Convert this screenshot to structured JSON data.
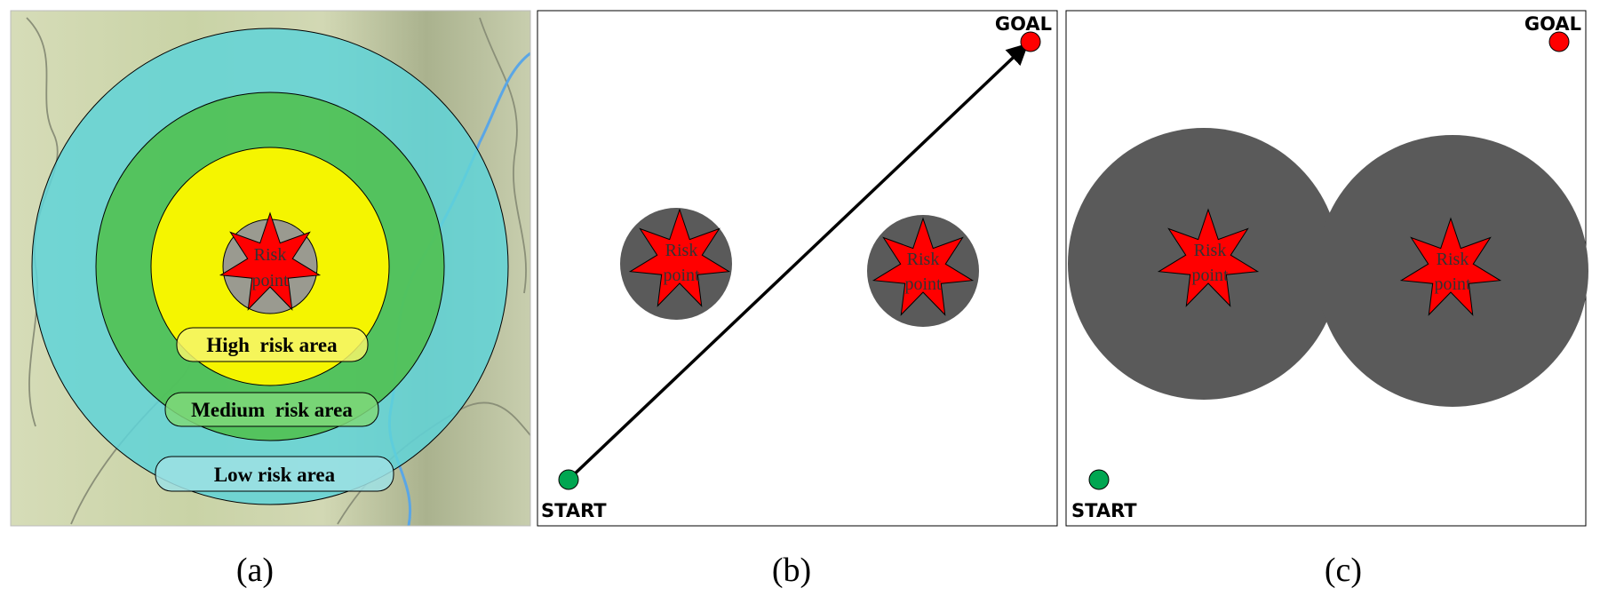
{
  "panels": {
    "a": {
      "caption": "(a)",
      "risk_label_line1": "Risk",
      "risk_label_line2": "point",
      "high_label": "High  risk area",
      "medium_label": "Medium  risk area",
      "low_label": "Low risk area"
    },
    "b": {
      "caption": "(b)",
      "goal_label": "GOAL",
      "start_label": "START",
      "risk_points": [
        {
          "line1": "Risk",
          "line2": "point"
        },
        {
          "line1": "Risk",
          "line2": "point"
        }
      ]
    },
    "c": {
      "caption": "(c)",
      "goal_label": "GOAL",
      "start_label": "START",
      "risk_points": [
        {
          "line1": "Risk",
          "line2": "point"
        },
        {
          "line1": "Risk",
          "line2": "point"
        }
      ]
    }
  },
  "colors": {
    "low_zone": "#5fd3d8",
    "medium_zone": "#4fc04a",
    "high_zone": "#f5f500",
    "risk_star": "#ff0000",
    "obstacle": "#5a5a5a",
    "goal": "#ff0000",
    "start": "#00a651",
    "terrain": "#cdd6b0"
  }
}
